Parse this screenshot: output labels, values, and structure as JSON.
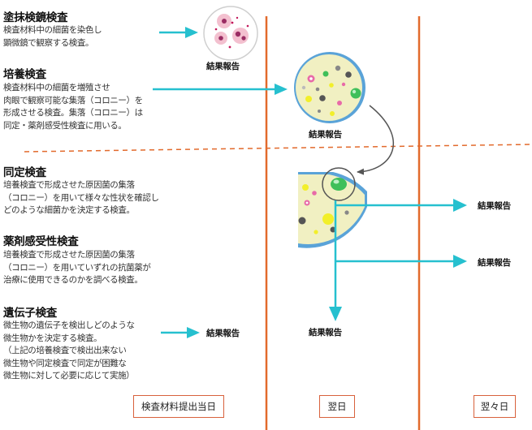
{
  "sections": {
    "smear": {
      "title": "塗抹検鏡検査",
      "desc": "検査材料中の細菌を染色し\n顕微鏡で観察する検査。"
    },
    "culture": {
      "title": "培養検査",
      "desc": "検査材料中の細菌を増殖させ\n肉眼で観察可能な集落（コロニー）を\n形成させる検査。集落（コロニー）は\n同定・薬剤感受性検査に用いる。"
    },
    "identification": {
      "title": "同定検査",
      "desc": "培養検査で形成させた原因菌の集落\n（コロニー）を用いて様々な性状を確認し\nどのような細菌かを決定する検査。"
    },
    "susceptibility": {
      "title": "薬剤感受性検査",
      "desc": "培養検査で形成させた原因菌の集落\n（コロニー）を用いていずれの抗菌薬が\n治療に使用できるのかを調べる検査。"
    },
    "genetic": {
      "title": "遺伝子検査",
      "desc": "微生物の遺伝子を検出しどのような\n微生物かを決定する検査。\n（上記の培養検査で検出出来ない\n微生物や同定検査で同定が困難な\n微生物に対して必要に応じて実施）"
    }
  },
  "results": {
    "smear": "結果報告",
    "culture": "結果報告",
    "identification": "結果報告",
    "susceptibility": "結果報告",
    "genetic": "結果報告",
    "next_day_center": "結果報告"
  },
  "days": {
    "day0": "検査材料提出当日",
    "day1": "翌日",
    "day2": "翌々日"
  },
  "colors": {
    "arrow": "#26c0cf",
    "timeline": "#e26a2c",
    "dashed": "#e26a2c",
    "dish_fill": "#f1f0c2",
    "dish_rim": "#5aa3d8",
    "colony_green": "#3fbf5a",
    "colony_yellow": "#f2ef2a",
    "colony_pink": "#e86aa8",
    "colony_gray": "#555555"
  }
}
